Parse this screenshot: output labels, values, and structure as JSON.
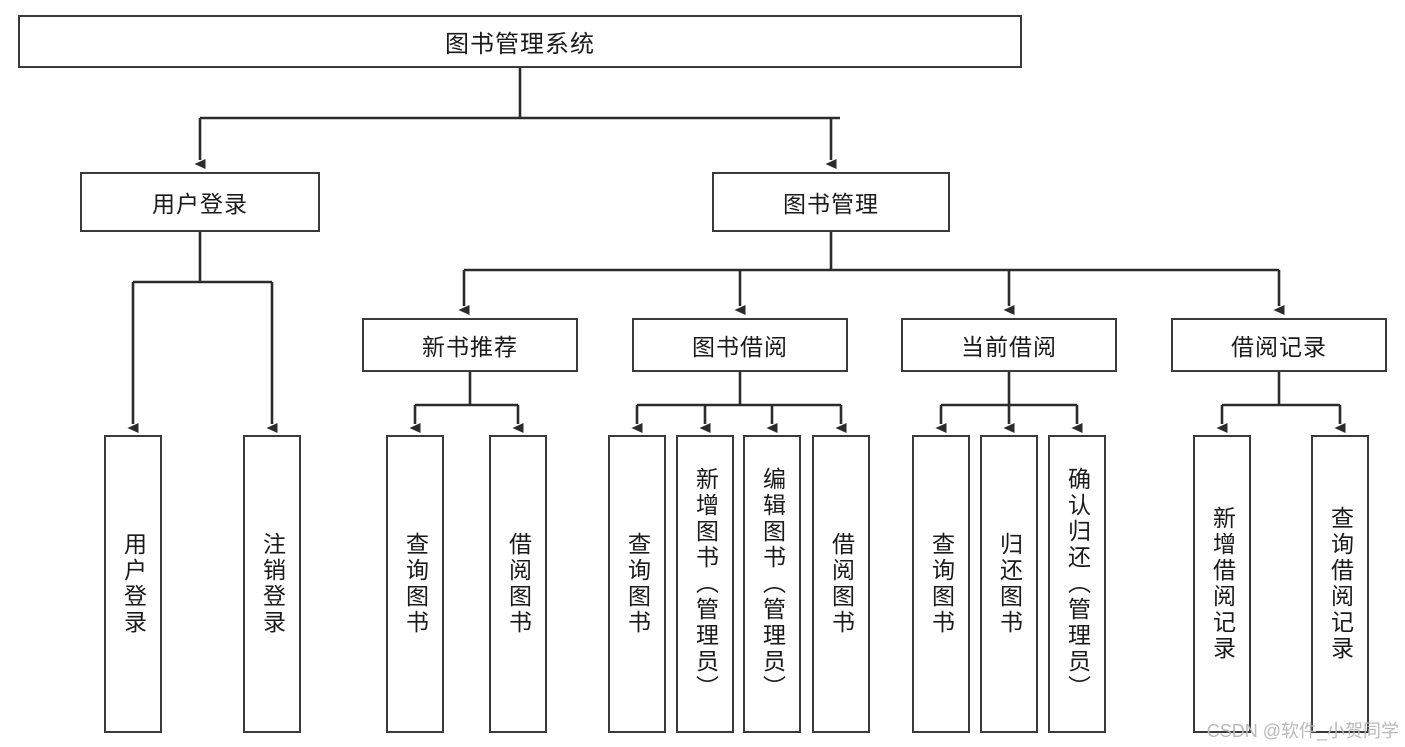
{
  "diagram": {
    "title": "图书管理系统",
    "type": "tree-hierarchy-diagram",
    "colors": {
      "box_border": "#3a3a3a",
      "box_fill": "#ffffff",
      "connector": "#2b2b2b",
      "text": "#1a1a1a",
      "watermark": "#b9b9b9",
      "background": "#ffffff"
    },
    "root": {
      "label": "图书管理系统"
    },
    "level2": [
      {
        "label": "用户登录"
      },
      {
        "label": "图书管理"
      }
    ],
    "level3": [
      {
        "label": "新书推荐"
      },
      {
        "label": "图书借阅"
      },
      {
        "label": "当前借阅"
      },
      {
        "label": "借阅记录"
      }
    ],
    "leaves": {
      "user_login": [
        {
          "label": "用户登录"
        },
        {
          "label": "注销登录"
        }
      ],
      "new_book_recommend": [
        {
          "label": "查询图书"
        },
        {
          "label": "借阅图书"
        }
      ],
      "book_borrow": [
        {
          "label": "查询图书"
        },
        {
          "label": "新增图书（管理员）"
        },
        {
          "label": "编辑图书（管理员）"
        },
        {
          "label": "借阅图书"
        }
      ],
      "current_borrow": [
        {
          "label": "查询图书"
        },
        {
          "label": "归还图书"
        },
        {
          "label": "确认归还（管理员）"
        }
      ],
      "borrow_record": [
        {
          "label": "新增借阅记录"
        },
        {
          "label": "查询借阅记录"
        }
      ]
    }
  },
  "watermark": {
    "text": "CSDN @软件_小贺同学"
  }
}
